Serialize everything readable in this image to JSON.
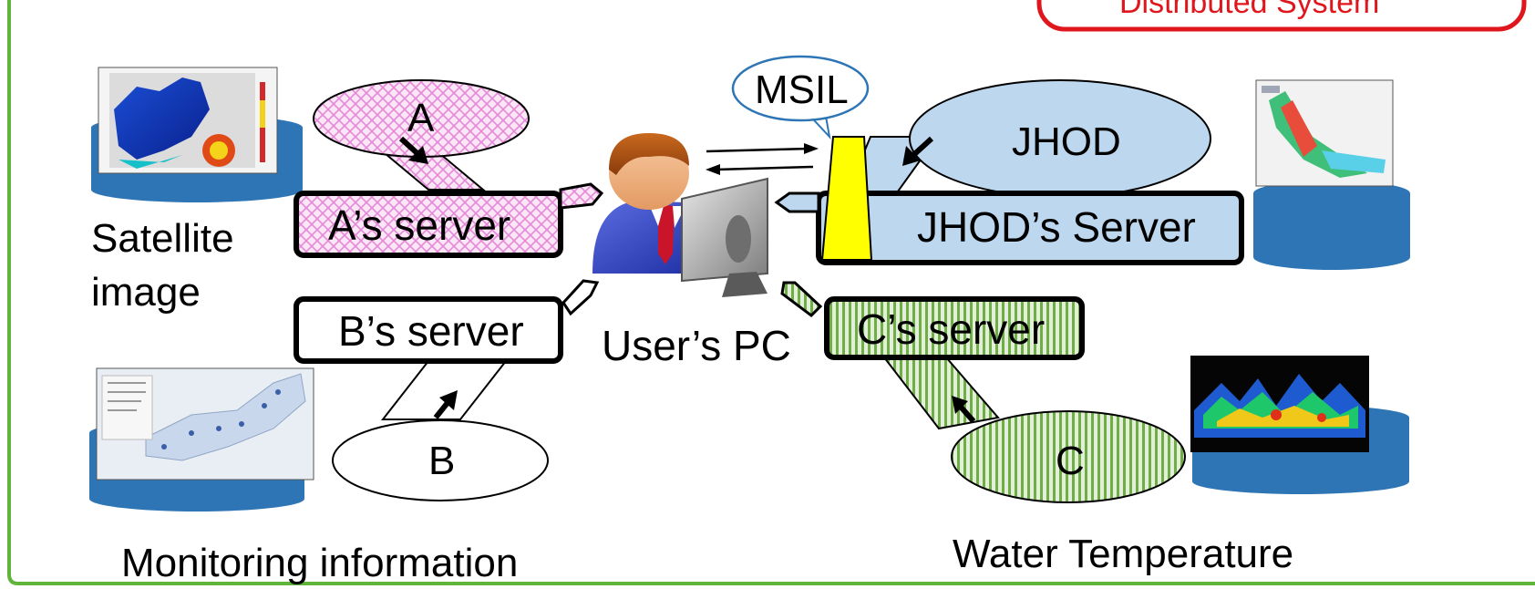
{
  "title": "Distributed System",
  "user_pc_label": "User’s PC",
  "servers": {
    "a": "A’s server",
    "b": "B’s server",
    "c": "C’s server",
    "jhod": "JHOD’s Server"
  },
  "sources": {
    "a": "A",
    "b": "B",
    "c": "C",
    "jhod": "JHOD"
  },
  "msil_label": "MSIL",
  "captions": {
    "satellite": "Satellite\nimage",
    "monitoring": "Monitoring information",
    "water": "Water Temperature"
  },
  "colors": {
    "frame_green": "#5fb43a",
    "title_red": "#e0161d",
    "cylinder_blue": "#2e75b6",
    "jhod_fill": "#bdd7ee",
    "msil_yellow": "#ffff00",
    "pattern_pink": "#e389d8",
    "pattern_green": "#70ad47"
  }
}
